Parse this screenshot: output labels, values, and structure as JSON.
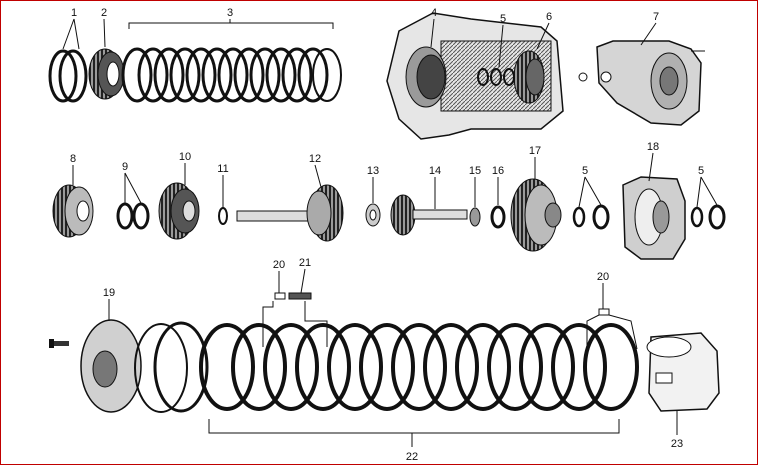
{
  "diagram": {
    "labels": [
      {
        "id": "1",
        "text": "1"
      },
      {
        "id": "2",
        "text": "2"
      },
      {
        "id": "3",
        "text": "3"
      },
      {
        "id": "4",
        "text": "4"
      },
      {
        "id": "5a",
        "text": "5"
      },
      {
        "id": "6",
        "text": "6"
      },
      {
        "id": "7",
        "text": "7"
      },
      {
        "id": "8",
        "text": "8"
      },
      {
        "id": "9",
        "text": "9"
      },
      {
        "id": "10",
        "text": "10"
      },
      {
        "id": "11",
        "text": "11"
      },
      {
        "id": "12",
        "text": "12"
      },
      {
        "id": "13",
        "text": "13"
      },
      {
        "id": "14",
        "text": "14"
      },
      {
        "id": "15",
        "text": "15"
      },
      {
        "id": "16",
        "text": "16"
      },
      {
        "id": "17",
        "text": "17"
      },
      {
        "id": "5b",
        "text": "5"
      },
      {
        "id": "18",
        "text": "18"
      },
      {
        "id": "5c",
        "text": "5"
      },
      {
        "id": "19",
        "text": "19"
      },
      {
        "id": "20a",
        "text": "20"
      },
      {
        "id": "21",
        "text": "21"
      },
      {
        "id": "20b",
        "text": "20"
      },
      {
        "id": "22",
        "text": "22"
      },
      {
        "id": "23",
        "text": "23"
      }
    ]
  }
}
